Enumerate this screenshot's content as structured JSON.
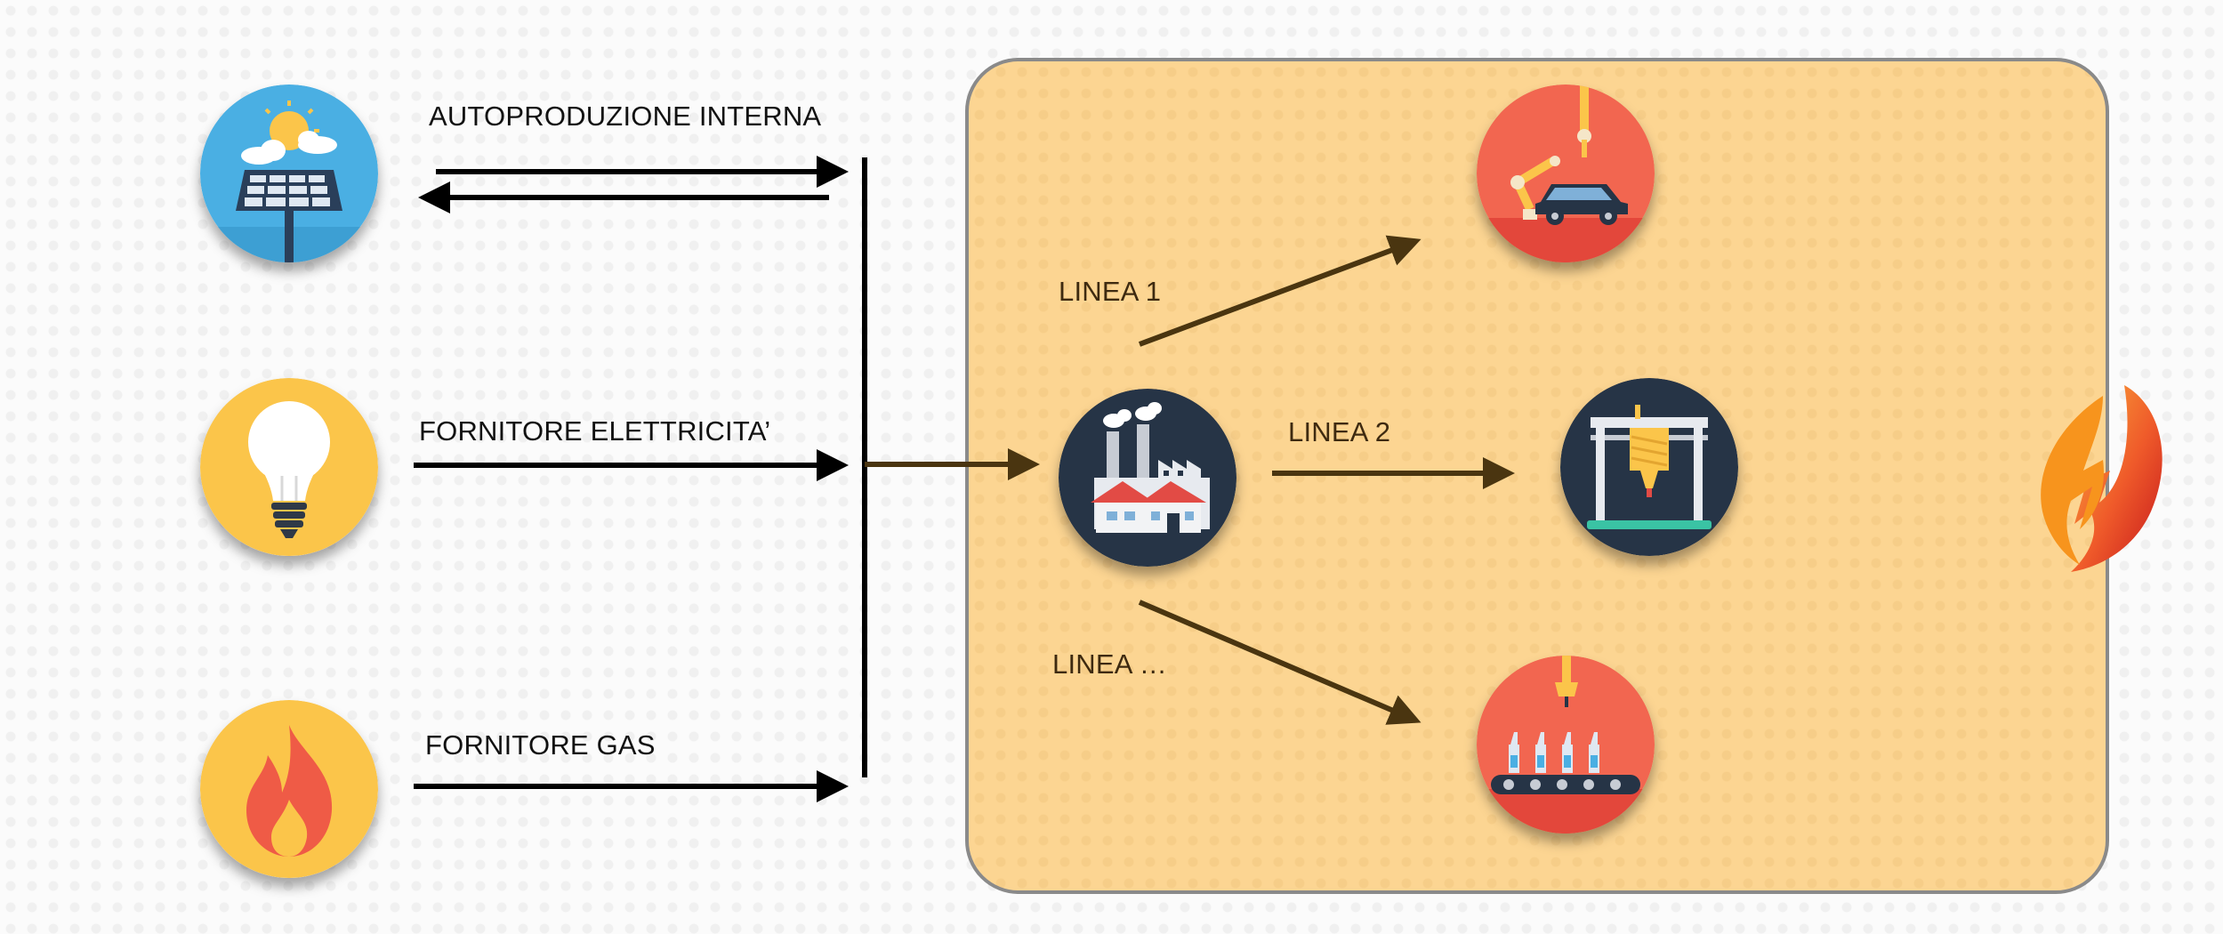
{
  "sources": [
    {
      "label": "AUTOPRODUZIONE INTERNA",
      "icon": "solar-panel-icon",
      "color": "#4aafe3"
    },
    {
      "label": "FORNITORE ELETTRICITA’",
      "icon": "light-bulb-icon",
      "color": "#fbc54a"
    },
    {
      "label": "FORNITORE GAS",
      "icon": "flame-icon",
      "color": "#fbc54a"
    }
  ],
  "lines": [
    {
      "label": "LINEA 1",
      "icon": "robot-arm-car-icon",
      "color": "#f26650"
    },
    {
      "label": "LINEA 2",
      "icon": "3d-printer-icon",
      "color": "#263446"
    },
    {
      "label": "LINEA …",
      "icon": "bottling-conveyor-icon",
      "color": "#f26650"
    }
  ],
  "hub": {
    "icon": "factory-icon",
    "color": "#263446"
  },
  "logo": {
    "icon": "energy-flame-logo"
  },
  "colors": {
    "factory_area": "#fcd592",
    "arrow_brown": "#4a3510",
    "arrow_black": "#000000"
  }
}
